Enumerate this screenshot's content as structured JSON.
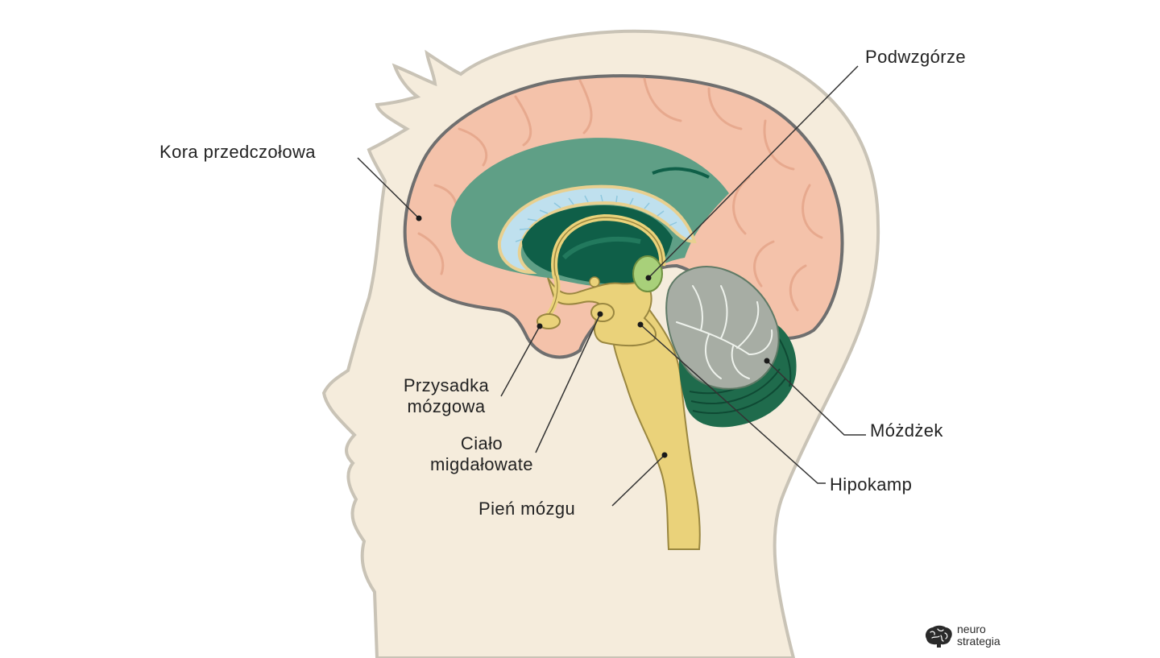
{
  "labels": {
    "prefrontal_cortex": "Kora przedczołowa",
    "hypothalamus": "Podwzgórze",
    "pituitary_line1": "Przysadka",
    "pituitary_line2": "mózgowa",
    "amygdala_line1": "Ciało",
    "amygdala_line2": "migdałowate",
    "brainstem": "Pień mózgu",
    "cerebellum": "Móżdżek",
    "hippocampus": "Hipokamp"
  },
  "logo": {
    "line1": "neuro",
    "line2": "strategia"
  },
  "colors": {
    "skin": "#f5ecdc",
    "head_outline": "#c9c3b6",
    "cortex": "#f4c2aa",
    "cortex_outline": "#6f6f6f",
    "inner_green": "#5f9f86",
    "dark_green": "#0f5f48",
    "ventricle_blue": "#bfe0ee",
    "limbic_yellow": "#ead27a",
    "limbic_outline": "#9a8740",
    "cerebellum_gray": "#a7ada4",
    "cerebellum_green": "#1f6b4c",
    "leader_line": "#333333"
  },
  "icons": [
    "brain-logo-icon"
  ]
}
